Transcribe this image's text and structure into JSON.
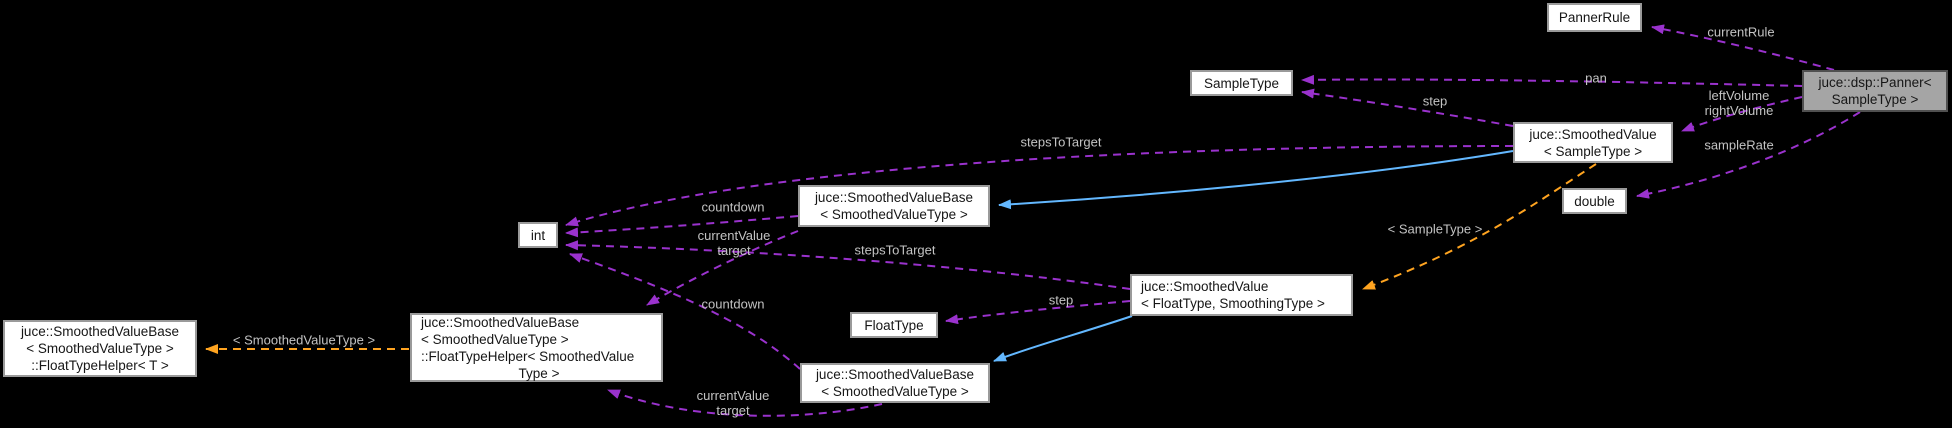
{
  "diagram": {
    "kind": "doxygen-collaboration-graph",
    "colors": {
      "background": "#000000",
      "usage_edge": "#9a32cd",
      "inheritance_edge": "#63b8ff",
      "template_edge": "#ffa420",
      "node_fill": "#ffffff",
      "node_border": "#9a9a9a",
      "node_text": "#161616",
      "selected_node_fill": "#a5a5a5",
      "selected_node_border": "#505050",
      "edge_label_text": "#c3c3c3"
    },
    "nodes": {
      "panner_rule": {
        "lines": [
          "PannerRule"
        ]
      },
      "panner": {
        "lines": [
          "juce::dsp::Panner<",
          "SampleType >"
        ]
      },
      "sample_type": {
        "lines": [
          "SampleType"
        ]
      },
      "smoothed_value_sample_type": {
        "lines": [
          "juce::SmoothedValue",
          "< SampleType >"
        ]
      },
      "double_type": {
        "lines": [
          "double"
        ]
      },
      "smoothed_value_base_top": {
        "lines": [
          "juce::SmoothedValueBase",
          "< SmoothedValueType >"
        ]
      },
      "int_type": {
        "lines": [
          "int"
        ]
      },
      "smoothed_value_float_type": {
        "lines": [
          "juce::SmoothedValue",
          "< FloatType, SmoothingType >"
        ]
      },
      "float_type": {
        "lines": [
          "FloatType"
        ]
      },
      "float_type_helper_t": {
        "lines": [
          "juce::SmoothedValueBase",
          "< SmoothedValueType >",
          "::FloatTypeHelper< T >"
        ]
      },
      "float_type_helper_svt": {
        "lines": [
          "juce::SmoothedValueBase",
          "< SmoothedValueType >",
          "::FloatTypeHelper< SmoothedValue",
          "Type >"
        ]
      },
      "smoothed_value_base_bottom": {
        "lines": [
          "juce::SmoothedValueBase",
          "< SmoothedValueType >"
        ]
      }
    },
    "edge_labels": {
      "current_rule": "currentRule",
      "pan": "pan",
      "left_right_volume": {
        "lines": [
          "leftVolume",
          "rightVolume"
        ]
      },
      "sample_rate": "sampleRate",
      "step_top": "step",
      "steps_to_target_top": "stepsToTarget",
      "countdown_top": "countdown",
      "current_value_target_top": {
        "lines": [
          "currentValue",
          "target"
        ]
      },
      "template_args_sample_type": "< SampleType >",
      "steps_to_target_bottom": "stepsToTarget",
      "step_bottom": "step",
      "countdown_bottom": "countdown",
      "current_value_target_bottom": {
        "lines": [
          "currentValue",
          "target"
        ]
      },
      "template_args_smoothed_value_type": "< SmoothedValueType >"
    }
  }
}
